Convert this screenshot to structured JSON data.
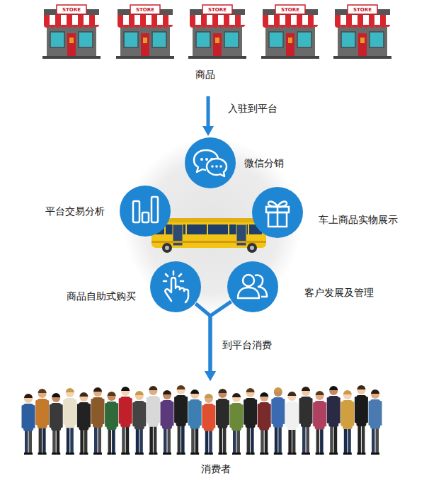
{
  "diagram": {
    "nodes": [
      {
        "text": [
          "商品"
        ]
      },
      {
        "text": [
          "微信分销"
        ]
      },
      {
        "text": [
          "平台交易分析"
        ]
      },
      {
        "text": [
          "车上商品实物展示"
        ]
      },
      {
        "text": [
          "商品自助式购买"
        ]
      },
      {
        "text": [
          "客户发展及管理"
        ]
      },
      {
        "text": [
          "消费者"
        ]
      }
    ],
    "edges": [
      {
        "from": 0,
        "to": 1,
        "label": "入驻到平台",
        "arrow": "to"
      },
      {
        "from": 4,
        "to": 6,
        "label": "到平台消费",
        "arrow": "to"
      },
      {
        "from": 5,
        "to": 6,
        "arrow": "to"
      }
    ],
    "labels": [
      "STORE",
      "STORE",
      "STORE",
      "STORE",
      "STORE"
    ]
  }
}
